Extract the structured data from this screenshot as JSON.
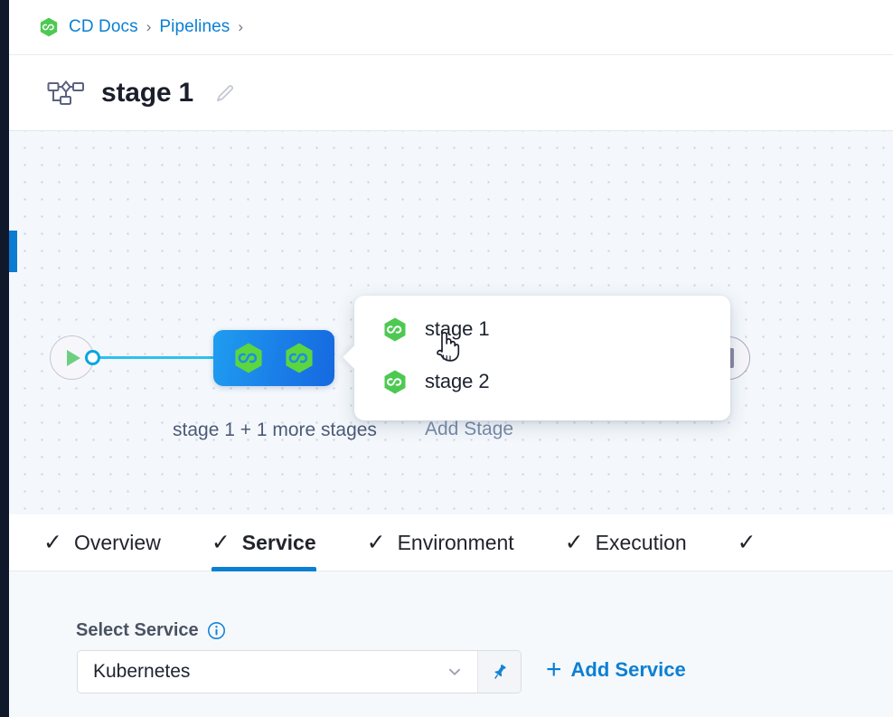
{
  "breadcrumb": {
    "module_icon": "harness-cd-hexagon-icon",
    "items": [
      {
        "label": "CD Docs",
        "sep": "›"
      },
      {
        "label": "Pipelines",
        "sep": "›"
      }
    ]
  },
  "header": {
    "stage_icon": "pipeline-stage-icon",
    "title": "stage 1",
    "edit_icon": "pencil-icon"
  },
  "canvas": {
    "start_node_icon": "play-icon",
    "group_node": {
      "icons": [
        "harness-cd-hexagon-icon",
        "harness-cd-hexagon-icon"
      ],
      "label": "stage 1 + 1 more stages"
    },
    "add_stage_label": "Add Stage",
    "end_node_icon": "stop-bar-icon",
    "cursor": "pointing-hand-cursor"
  },
  "stage_popup": {
    "items": [
      {
        "icon": "harness-cd-hexagon-icon",
        "label": "stage 1"
      },
      {
        "icon": "harness-cd-hexagon-icon",
        "label": "stage 2"
      }
    ]
  },
  "tabs": [
    {
      "label": "Overview",
      "check": "✓",
      "active": false
    },
    {
      "label": "Service",
      "check": "✓",
      "active": true
    },
    {
      "label": "Environment",
      "check": "✓",
      "active": false
    },
    {
      "label": "Execution",
      "check": "✓",
      "active": false
    },
    {
      "label": "",
      "check": "✓",
      "active": false
    }
  ],
  "form": {
    "service_label": "Select Service",
    "info_icon": "info-icon",
    "service_value": "Kubernetes",
    "chevron_icon": "chevron-down-icon",
    "pin_icon": "pin-icon",
    "add_service_plus": "+",
    "add_service_label": "Add Service"
  },
  "colors": {
    "accent_blue": "#0b7fd4",
    "module_green": "#4dc952",
    "node_blue": "#1a7ee8",
    "canvas_bg": "#f4f8fc",
    "rail_dark": "#10192b"
  }
}
